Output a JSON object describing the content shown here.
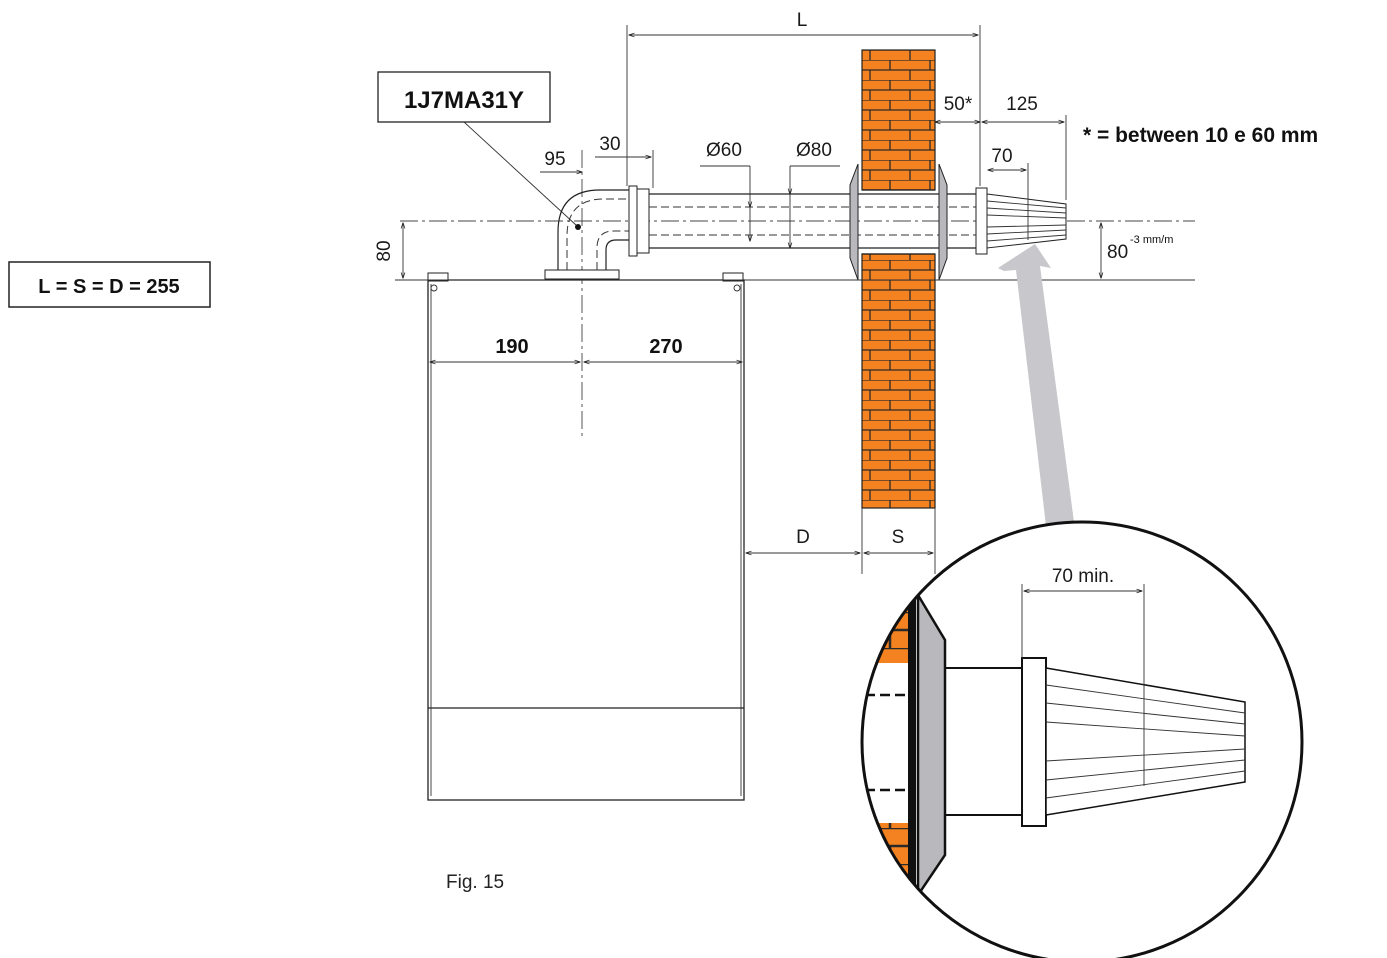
{
  "formula": "L = S = D = 255",
  "model_code": "1J7MA31Y",
  "note": "* = between 10 e 60 mm",
  "figure_caption": "Fig. 15",
  "dimensions": {
    "L": "L",
    "D": "D",
    "S": "S",
    "d95": "95",
    "d30": "30",
    "phi60": "Ø60",
    "phi80": "Ø80",
    "d50": "50*",
    "d125": "125",
    "d70": "70",
    "h80_left": "80",
    "h80_right": "80",
    "h80_right_sup": "-3 mm/m",
    "w190": "190",
    "w270": "270",
    "detail_70min": "70 min."
  },
  "colors": {
    "brick": "#f58220",
    "mortar": "#2a2a2a",
    "arrow_grey": "#c8c8cc",
    "plate_grey": "#b9b9bd"
  }
}
